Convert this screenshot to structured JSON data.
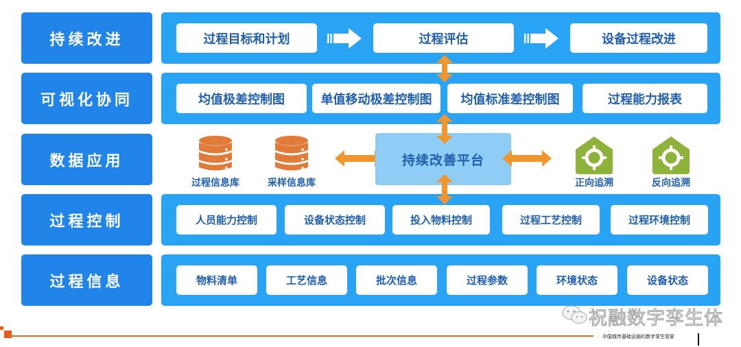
{
  "layers": [
    {
      "label": "持续改进"
    },
    {
      "label": "可视化协同"
    },
    {
      "label": "数据应用"
    },
    {
      "label": "过程控制"
    },
    {
      "label": "过程信息"
    }
  ],
  "continuous_improvement": {
    "steps": [
      "过程目标和计划",
      "过程评估",
      "设备过程改进"
    ]
  },
  "visual_collaboration": {
    "charts": [
      "均值极差控制图",
      "单值移动极差控制图",
      "均值标准差控制图",
      "过程能力报表"
    ]
  },
  "data_application": {
    "databases": [
      "过程信息库",
      "采样信息库"
    ],
    "platform": "持续改善平台",
    "tracing": [
      "正向追溯",
      "反向追溯"
    ]
  },
  "process_control": {
    "items": [
      "人员能力控制",
      "设备状态控制",
      "投入物料控制",
      "过程工艺控制",
      "过程环境控制"
    ]
  },
  "process_info": {
    "items": [
      "物料清单",
      "工艺信息",
      "批次信息",
      "过程参数",
      "环境状态",
      "设备状态"
    ]
  },
  "watermark": "祝融数字孪生体",
  "footer": {
    "tagline": "中国城市基础设施的数字孪生管家"
  },
  "colors": {
    "label_blue": "#2184e8",
    "panel_blue": "#29a3f3",
    "platform_blue": "#8fcdf6",
    "arrow_orange": "#f0962f",
    "db_orange": "#e07b39",
    "trace_green": "#8db33a",
    "text_blue": "#1f5fae"
  }
}
